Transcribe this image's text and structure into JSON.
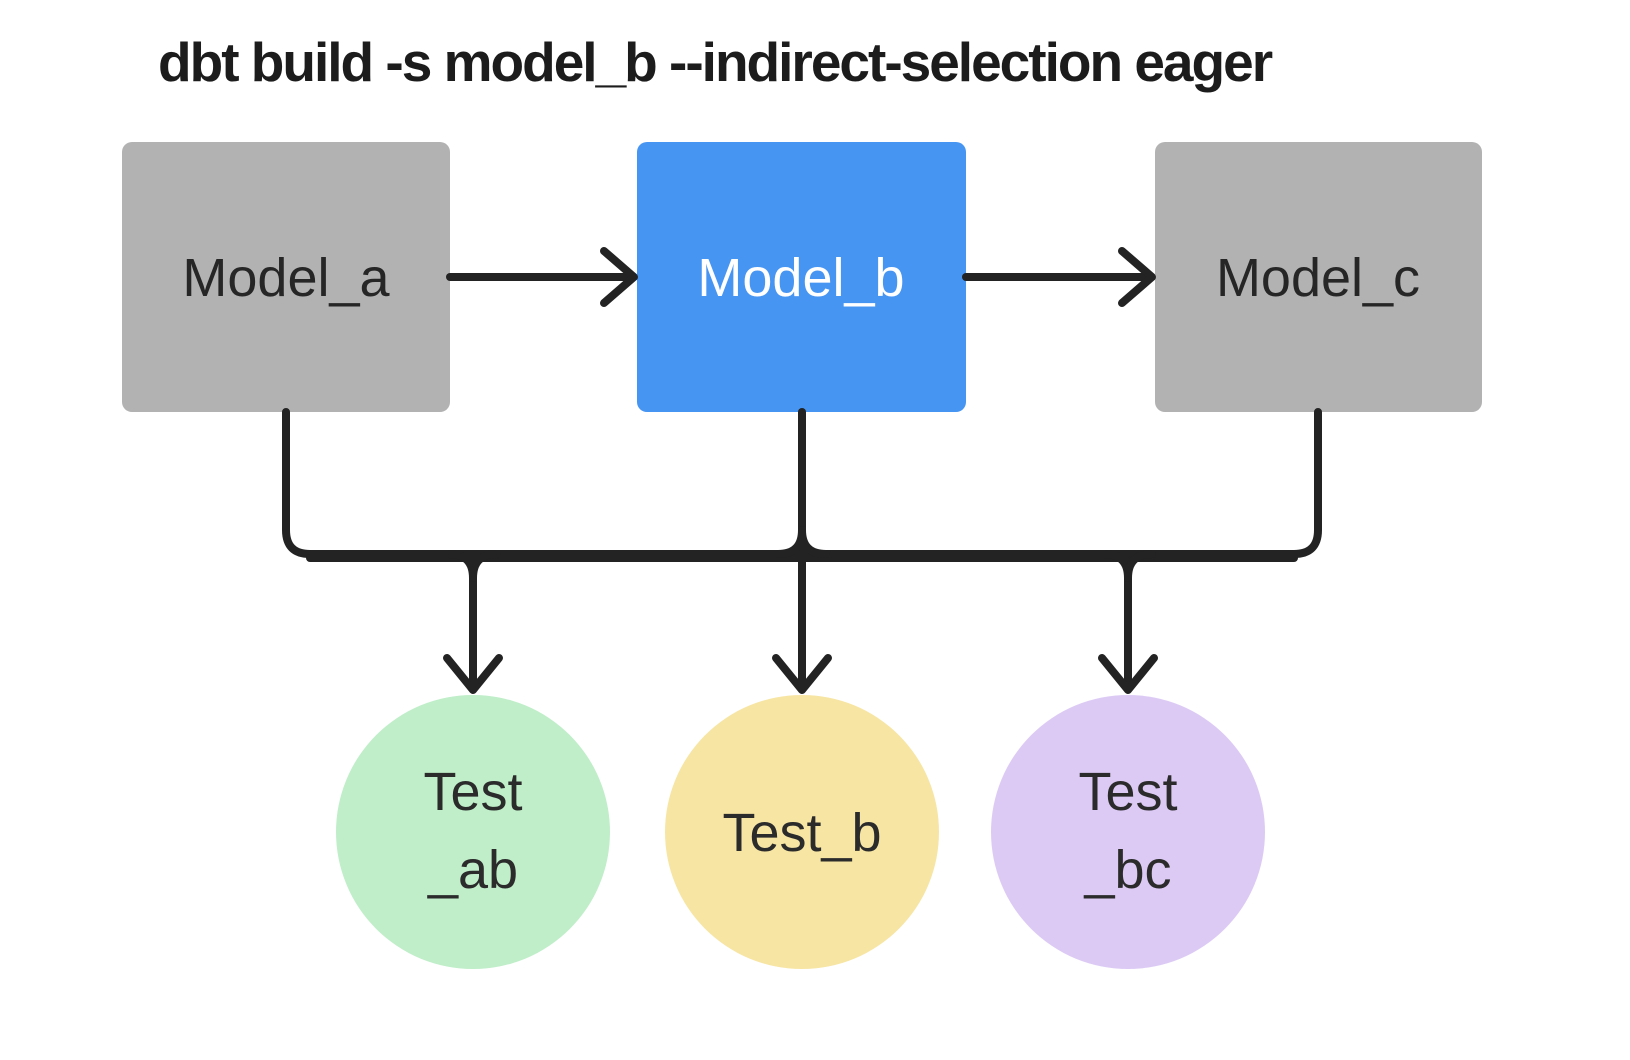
{
  "title": "dbt build -s model_b --indirect-selection eager",
  "colors": {
    "background": "#ffffff",
    "model_selected": "#4795f3",
    "model_unselected": "#b2b2b2",
    "test_ab_fill": "#bfeec9",
    "test_b_fill": "#f7e5a4",
    "test_bc_fill": "#dccaf5",
    "edge": "#232323",
    "text_dark": "#262626",
    "text_light": "#ffffff",
    "title_text": "#1c1c1c"
  },
  "nodes": {
    "model_a": {
      "label": "Model_a",
      "kind": "model",
      "state": "unselected"
    },
    "model_b": {
      "label": "Model_b",
      "kind": "model",
      "state": "selected"
    },
    "model_c": {
      "label": "Model_c",
      "kind": "model",
      "state": "unselected"
    },
    "test_ab": {
      "line1": "Test",
      "line2": "_ab",
      "kind": "test"
    },
    "test_b": {
      "label": "Test_b",
      "kind": "test"
    },
    "test_bc": {
      "line1": "Test",
      "line2": "_bc",
      "kind": "test"
    }
  },
  "edges": [
    {
      "from": "model_a",
      "to": "model_b"
    },
    {
      "from": "model_b",
      "to": "model_c"
    },
    {
      "from": "model_a",
      "to": "test_ab"
    },
    {
      "from": "model_b",
      "to": "test_ab"
    },
    {
      "from": "model_b",
      "to": "test_b"
    },
    {
      "from": "model_b",
      "to": "test_bc"
    },
    {
      "from": "model_c",
      "to": "test_bc"
    }
  ]
}
